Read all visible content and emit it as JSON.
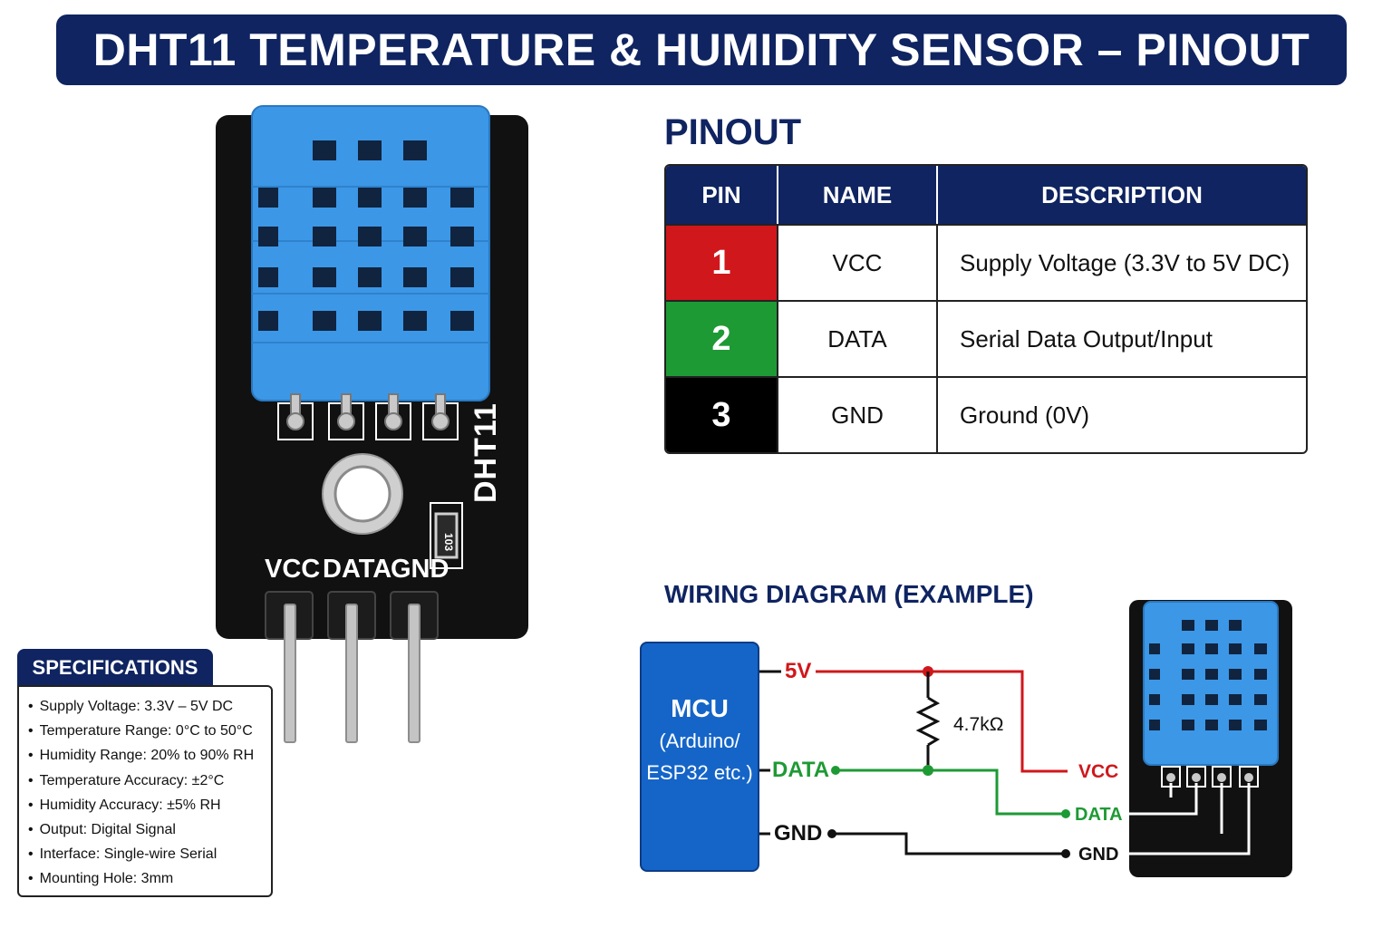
{
  "title": "DHT11 TEMPERATURE & HUMIDITY SENSOR – PINOUT",
  "board": {
    "silk_model": "DHT11",
    "pin_labels": [
      "VCC",
      "DATA",
      "GND"
    ],
    "resistor_code": "103"
  },
  "specifications": {
    "heading": "SPECIFICATIONS",
    "items": [
      "Supply Voltage: 3.3V – 5V DC",
      "Temperature Range: 0°C to 50°C",
      "Humidity Range: 20% to 90% RH",
      "Temperature Accuracy: ±2°C",
      "Humidity Accuracy: ±5% RH",
      "Output: Digital Signal",
      "Interface: Single-wire Serial",
      "Mounting Hole: 3mm"
    ]
  },
  "pinout": {
    "heading": "PINOUT",
    "columns": [
      "PIN",
      "NAME",
      "DESCRIPTION"
    ],
    "rows": [
      {
        "pin": "1",
        "name": "VCC",
        "description": "Supply Voltage (3.3V to 5V DC)",
        "color": "#d0171b"
      },
      {
        "pin": "2",
        "name": "DATA",
        "description": "Serial Data Output/Input",
        "color": "#1e9a35"
      },
      {
        "pin": "3",
        "name": "GND",
        "description": "Ground (0V)",
        "color": "#000000"
      }
    ]
  },
  "wiring": {
    "heading": "WIRING DIAGRAM (EXAMPLE)",
    "mcu": {
      "title": "MCU",
      "line1": "(Arduino/",
      "line2": "ESP32 etc.)"
    },
    "mcu_pins": {
      "v": "5V",
      "data": "DATA",
      "gnd": "GND"
    },
    "resistor": "4.7kΩ",
    "sensor_pins": {
      "vcc": "VCC",
      "data": "DATA",
      "gnd": "GND"
    },
    "colors": {
      "power": "#d0171b",
      "data": "#1e9a35",
      "ground": "#000000",
      "accent": "#0f2461"
    }
  }
}
